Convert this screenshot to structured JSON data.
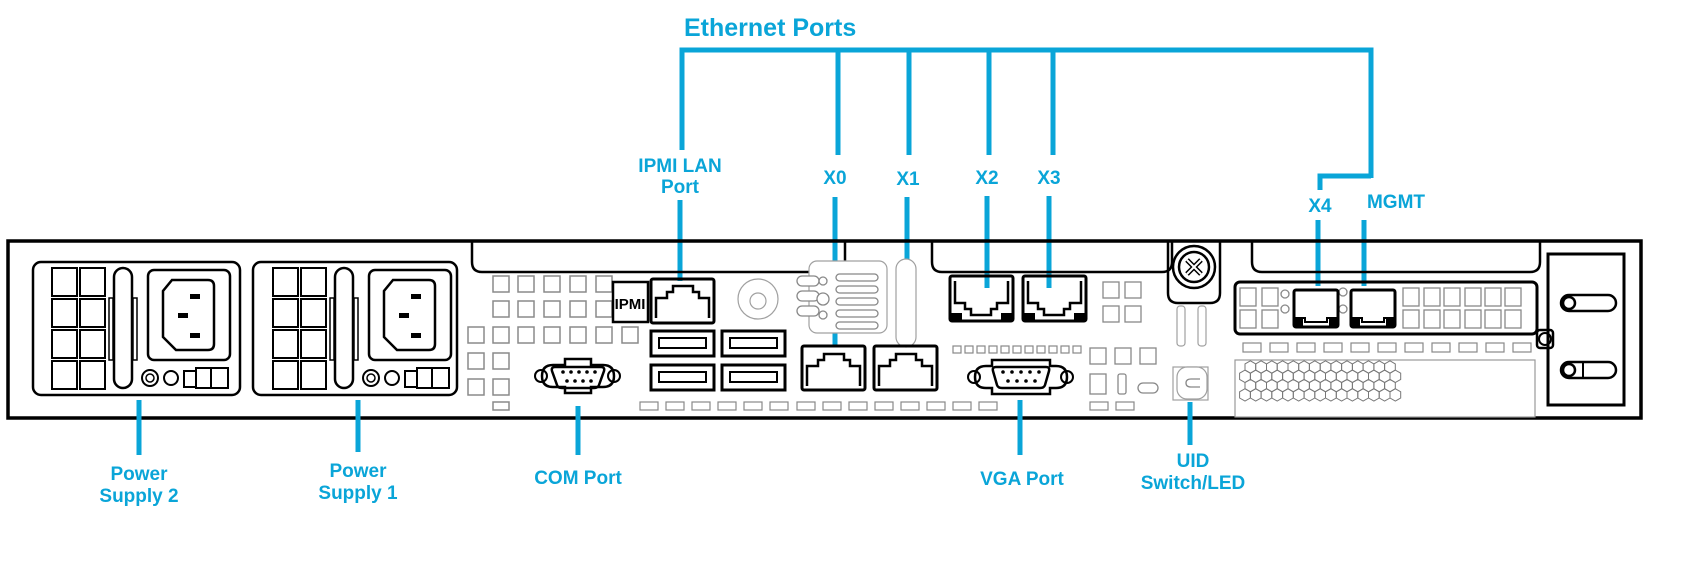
{
  "diagram": {
    "title": "Ethernet Ports",
    "accent_color": "#0aa5d8",
    "top_labels": {
      "ipmi_line1": "IPMI LAN",
      "ipmi_line2": "Port",
      "x0": "X0",
      "x1": "X1",
      "x2": "X2",
      "x3": "X3",
      "x4": "X4",
      "mgmt": "MGMT"
    },
    "bottom_labels": {
      "psu2_line1": "Power",
      "psu2_line2": "Supply 2",
      "psu1_line1": "Power",
      "psu1_line2": "Supply 1",
      "com": "COM Port",
      "vga": "VGA Port",
      "uid_line1": "UID",
      "uid_line2": "Switch/LED"
    },
    "chassis_markings": {
      "ipmi_badge": "IPMI"
    }
  }
}
